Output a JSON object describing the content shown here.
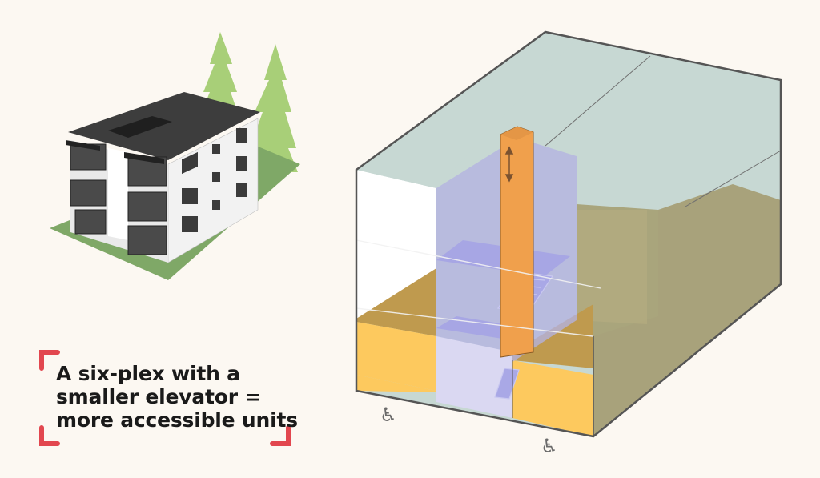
{
  "caption": {
    "lines": [
      "A six-plex with a",
      "smaller elevator =",
      "more accessible units"
    ],
    "bracket_color": "#e2474f"
  },
  "illustration": {
    "building_label": "three-storey six-plex apartment building",
    "diagram_label": "isometric section: elevator core and stair",
    "icons": [
      "wheelchair-icon",
      "wheelchair-icon"
    ]
  },
  "colors": {
    "background": "#fcf8f2",
    "unit_yellow": "#fdc95e",
    "elevator_orange": "#f0a04c",
    "stair_core_purple": "#b9b8e6",
    "upper_glass": "#c5d6d1",
    "ground_green": "#82a96b",
    "roof": "#3a3a3a"
  }
}
